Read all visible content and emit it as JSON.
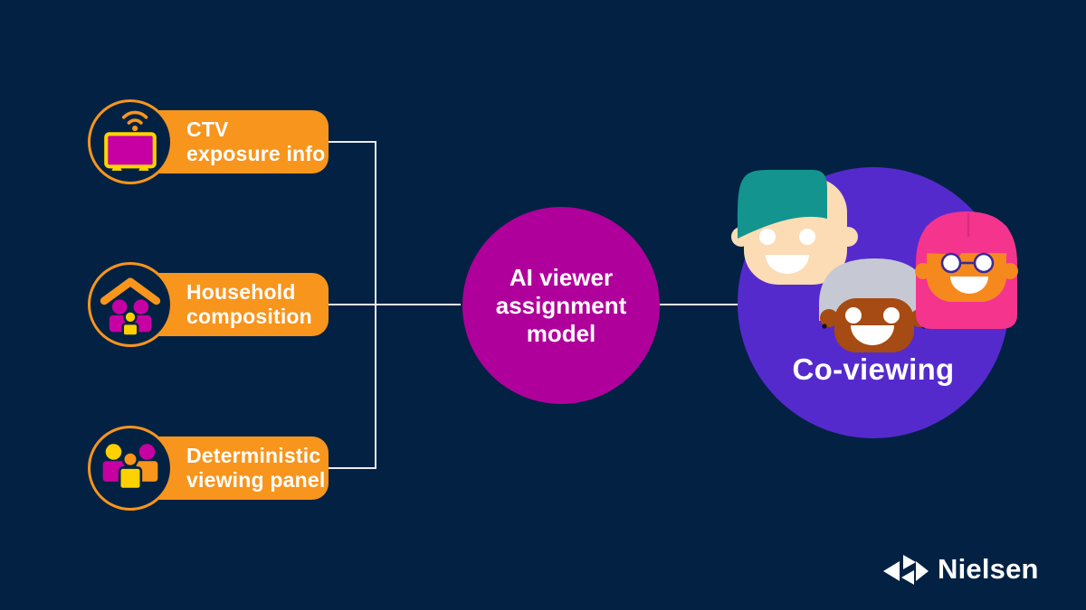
{
  "colors": {
    "background": "#032243",
    "orange": "#F8951D",
    "magenta": "#B0009B",
    "purple": "#552ACD",
    "yellow": "#FFD100",
    "pink": "#F5348E",
    "teal": "#13948F",
    "skin_light": "#FBDCB4",
    "skin_brown": "#A54B13",
    "hair_gray": "#C6C9D3",
    "connector": "#E9ECEF",
    "text": "#FFFFFF"
  },
  "inputs": [
    {
      "line1": "CTV",
      "line2": "exposure info",
      "icon": "ctv-tv-wifi-icon"
    },
    {
      "line1": "Household",
      "line2": "composition",
      "icon": "household-icon"
    },
    {
      "line1": "Deterministic",
      "line2": "viewing panel",
      "icon": "viewing-panel-people-icon"
    }
  ],
  "model": {
    "line1": "AI viewer",
    "line2": "assignment",
    "line3": "model"
  },
  "output": {
    "label": "Co-viewing",
    "faces": [
      "boy-teal-hair",
      "older-man-gray-hair",
      "girl-pink-hair-glasses"
    ]
  },
  "brand": {
    "name": "Nielsen",
    "icon": "nielsen-triangles-logo"
  }
}
